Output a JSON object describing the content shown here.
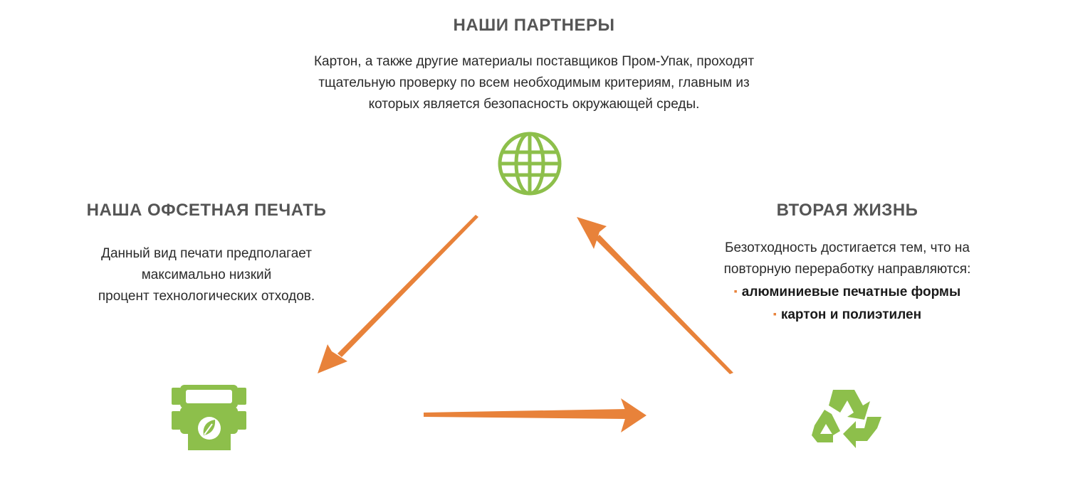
{
  "partners": {
    "title": "НАШИ ПАРТНЕРЫ",
    "lines": [
      "Картон, а также другие материалы поставщиков Пром-Упак, проходят",
      "тщательную проверку по всем необходимым критериям, главным из",
      "которых является безопасность окружающей среды."
    ],
    "icon": "globe-icon"
  },
  "offset_print": {
    "title": "НАША ОФСЕТНАЯ ПЕЧАТЬ",
    "lines": [
      "Данный вид печати предполагает",
      "максимально низкий",
      "процент технологических отходов."
    ],
    "icon": "eco-print-icon"
  },
  "second_life": {
    "title": "ВТОРАЯ ЖИЗНЬ",
    "lines": [
      "Безотходность достигается тем, что на",
      "повторную переработку направляются:"
    ],
    "bullets": [
      "алюминиевые печатные формы",
      "картон и полиэтилен"
    ],
    "icon": "recycle-icon"
  },
  "colors": {
    "icon_green": "#8dbf4b",
    "arrow_orange": "#e8823a",
    "heading_gray": "#555555"
  }
}
